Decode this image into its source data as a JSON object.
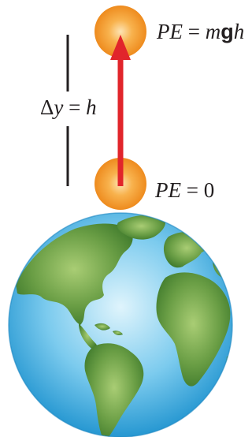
{
  "labels": {
    "top": {
      "var": "PE",
      "eq": " = ",
      "m": "m",
      "g": "g",
      "h": "h"
    },
    "bottom": {
      "var": "PE",
      "eq": " = ",
      "val": "0"
    },
    "height": {
      "delta": "Δ",
      "y": "y",
      "eq": " = ",
      "h": "h"
    }
  },
  "colors": {
    "ball_light": "#fde4b4",
    "ball_mid": "#f6a33a",
    "ball_dark": "#ee8b1e",
    "arrow": "#e1252b",
    "bracket": "#231f20",
    "ocean_light": "#c9ebf9",
    "ocean_dark": "#2a9fd6",
    "land": "#4f8a35",
    "land_light": "#9cc46a"
  },
  "icons": {
    "object": "ball-icon",
    "arrow": "arrow-up-icon",
    "planet": "earth-icon"
  }
}
